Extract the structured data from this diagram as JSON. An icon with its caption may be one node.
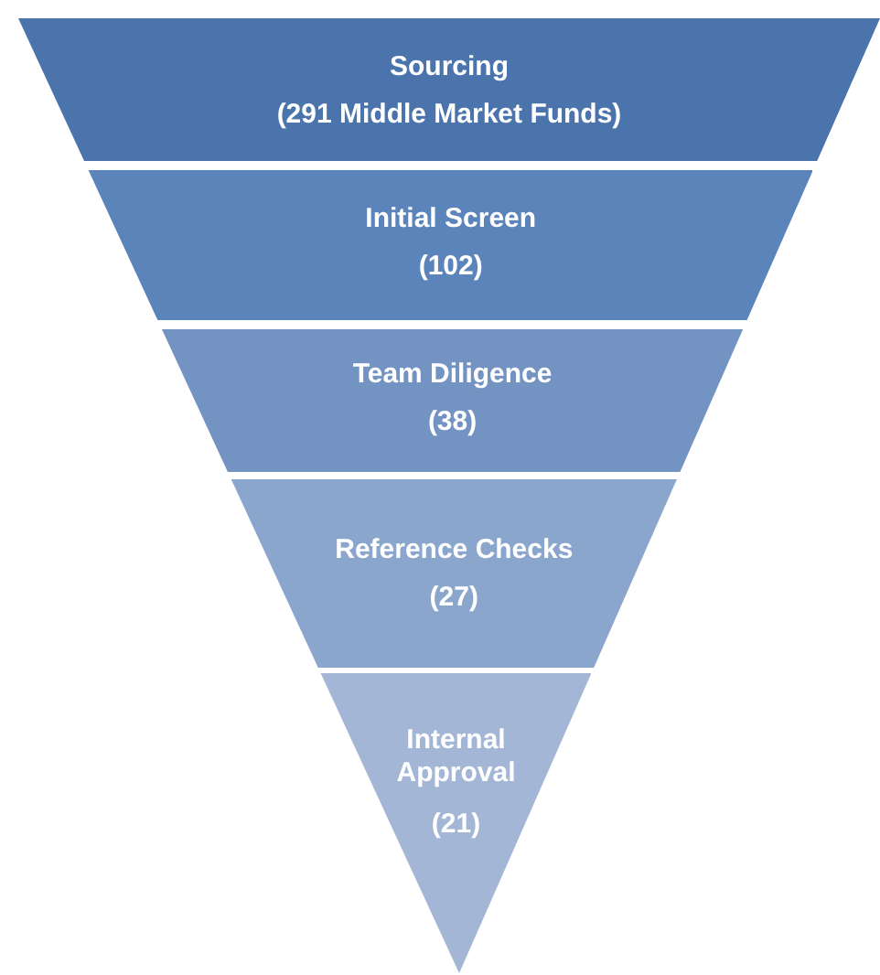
{
  "diagram": {
    "nodes": [
      {
        "text": [
          "Sourcing",
          "(291 Middle Market Funds)"
        ]
      },
      {
        "text": [
          "Initial Screen",
          "(102)"
        ]
      },
      {
        "text": [
          "Team Diligence",
          "(38)"
        ]
      },
      {
        "text": [
          "Reference Checks",
          "(27)"
        ]
      },
      {
        "text": [
          "Internal Approval",
          "(21)"
        ]
      }
    ]
  }
}
